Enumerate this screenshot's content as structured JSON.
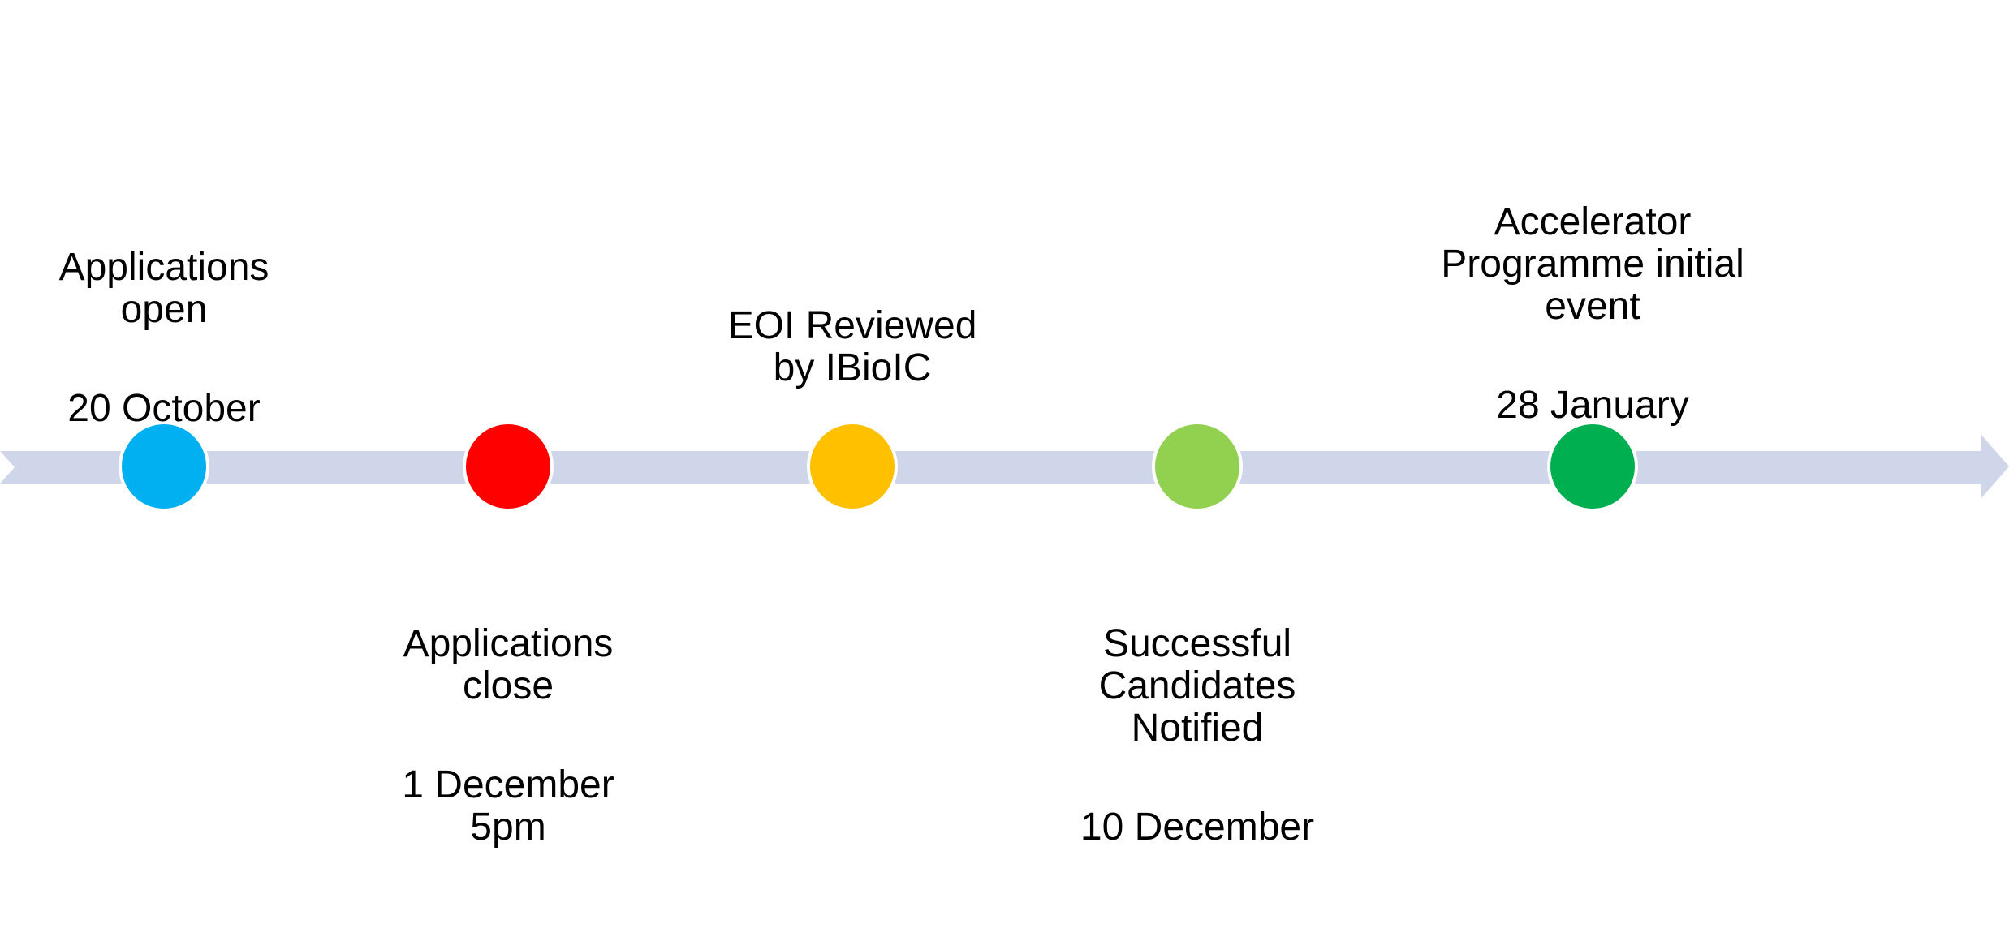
{
  "timeline": {
    "accent": "#d0d6e9",
    "milestones": [
      {
        "title": "Applications\nopen",
        "date": "20 October",
        "color": "#00b0f0",
        "position": "above"
      },
      {
        "title": "Applications\nclose",
        "date": "1 December\n5pm",
        "color": "#ff0000",
        "position": "below"
      },
      {
        "title": "EOI Reviewed\nby IBioIC",
        "date": "",
        "color": "#ffc000",
        "position": "above"
      },
      {
        "title": "Successful\nCandidates\nNotified",
        "date": "10 December",
        "color": "#92d050",
        "position": "below"
      },
      {
        "title": "Accelerator\nProgramme initial\nevent",
        "date": "28 January",
        "color": "#00b050",
        "position": "above"
      }
    ]
  }
}
